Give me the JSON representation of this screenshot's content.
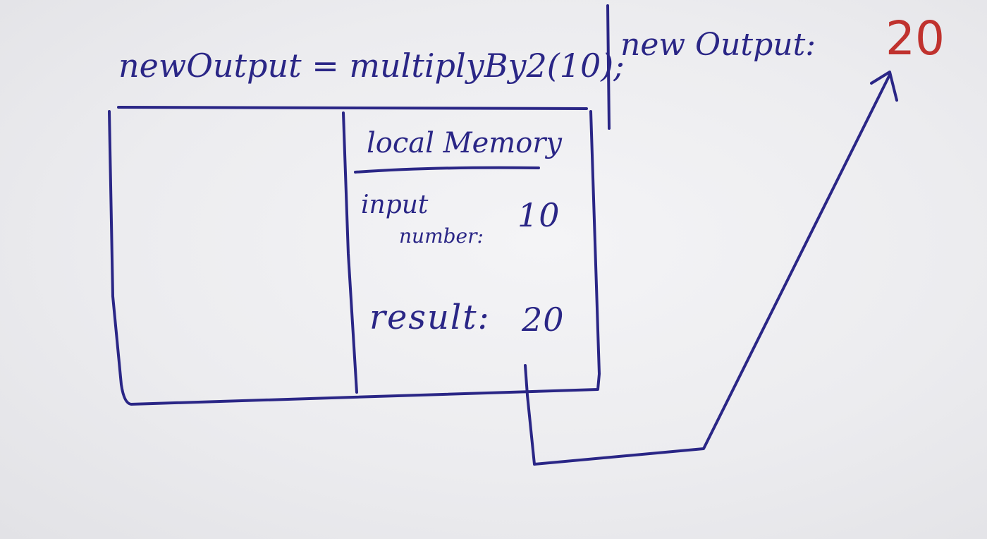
{
  "call_statement": "newOutput = multiplyBy2(10);",
  "global_label": "new Output:",
  "global_value": "20",
  "local_memory": {
    "title": "local Memory",
    "input_label_line1": "input",
    "input_label_line2": "number:",
    "input_value": "10",
    "result_label": "result:",
    "result_value": "20"
  },
  "colors": {
    "ink": "#2a2686",
    "value_highlight": "#c0322e",
    "board": "#ececef"
  }
}
